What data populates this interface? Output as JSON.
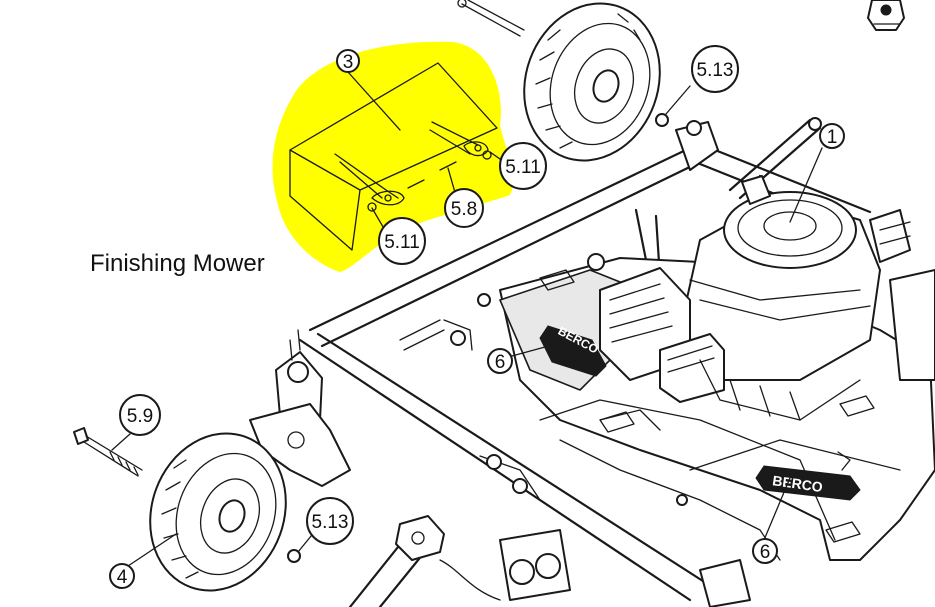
{
  "caption": "Finishing Mower",
  "callouts": [
    {
      "id": "c3",
      "label": "3"
    },
    {
      "id": "c513a",
      "label": "5.13"
    },
    {
      "id": "c1",
      "label": "1"
    },
    {
      "id": "c511a",
      "label": "5.11"
    },
    {
      "id": "c58",
      "label": "5.8"
    },
    {
      "id": "c511b",
      "label": "5.11"
    },
    {
      "id": "c6a",
      "label": "6"
    },
    {
      "id": "c59",
      "label": "5.9"
    },
    {
      "id": "c513b",
      "label": "5.13"
    },
    {
      "id": "c4",
      "label": "4"
    },
    {
      "id": "c6b",
      "label": "6"
    }
  ],
  "brand_text": "BERCO",
  "highlight_color": "#ffff00"
}
